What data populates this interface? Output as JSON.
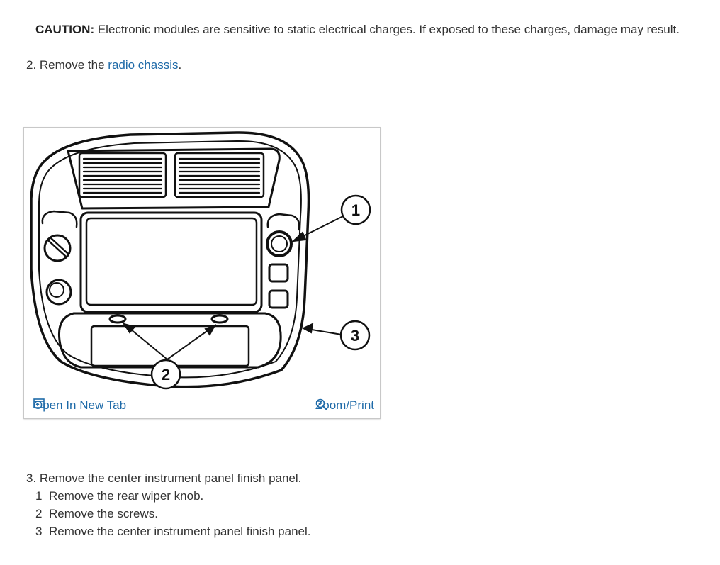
{
  "caution": {
    "label": "CAUTION:",
    "text": " Electronic modules are sensitive to static electrical charges. If exposed to these charges, damage may result."
  },
  "step2": {
    "prefix": "2. Remove the ",
    "link": "radio chassis",
    "suffix": "."
  },
  "figure": {
    "callouts": [
      "1",
      "2",
      "3"
    ],
    "open_label": "Open In New Tab",
    "zoom_label": "Zoom/Print",
    "open_icon": "open-new-tab-icon",
    "zoom_icon": "zoom-in-icon"
  },
  "step3": {
    "heading": "3. Remove the center instrument panel finish panel.",
    "substeps": [
      {
        "num": "1",
        "text": "Remove the rear wiper knob."
      },
      {
        "num": "2",
        "text": "Remove the screws."
      },
      {
        "num": "3",
        "text": "Remove the center instrument panel finish panel."
      }
    ]
  },
  "colors": {
    "link": "#1e6aa8",
    "text": "#333333"
  }
}
